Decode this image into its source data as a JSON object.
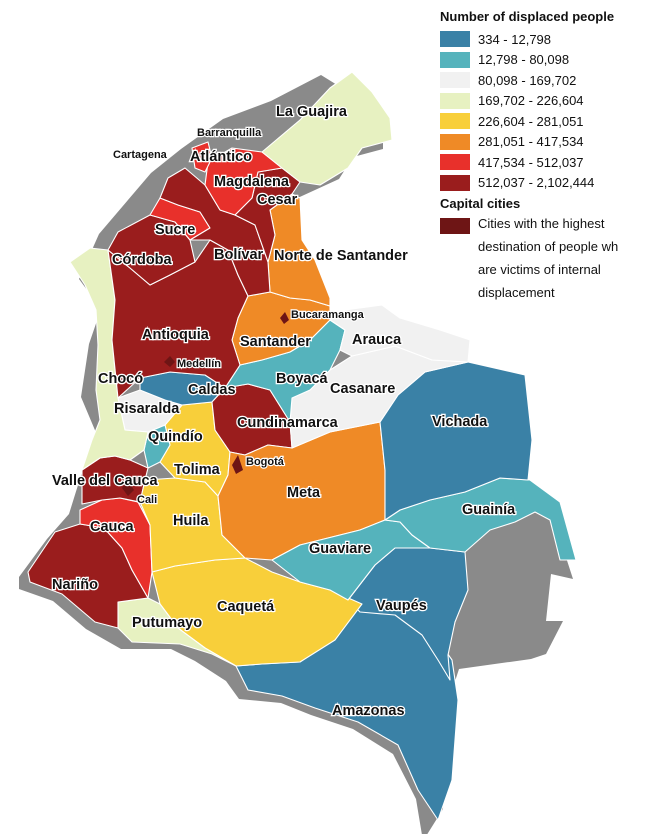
{
  "legend": {
    "title": "Number of displaced people",
    "ranges": [
      {
        "label": "334 - 12,798",
        "color": "#3a81a6"
      },
      {
        "label": "12,798 - 80,098",
        "color": "#55b3bc"
      },
      {
        "label": "80,098 - 169,702",
        "color": "#f1f1f1"
      },
      {
        "label": "169,702 - 226,604",
        "color": "#e7f1c1"
      },
      {
        "label": "226,604 - 281,051",
        "color": "#f8cf3a"
      },
      {
        "label": "281,051 - 417,534",
        "color": "#ef8a26"
      },
      {
        "label": "417,534 - 512,037",
        "color": "#e8302b"
      },
      {
        "label": "512,037 - 2,102,444",
        "color": "#9a1d1d"
      }
    ],
    "capitals_title": "Capital cities",
    "capitals_desc": [
      "Cities with the highest",
      "destination of people wh",
      "are victims of internal",
      "displacement"
    ],
    "capitals_color": "#6e1515"
  },
  "departments": [
    {
      "id": "la-guajira",
      "label": "La Guajira",
      "color": "#e7f1c1"
    },
    {
      "id": "atlantico",
      "label": "Atlántico",
      "color": "#e8302b"
    },
    {
      "id": "magdalena",
      "label": "Magdalena",
      "color": "#e8302b"
    },
    {
      "id": "cesar",
      "label": "Cesar",
      "color": "#9a1d1d"
    },
    {
      "id": "sucre",
      "label": "Sucre",
      "color": "#e8302b"
    },
    {
      "id": "bolivar",
      "label": "Bolívar",
      "color": "#9a1d1d"
    },
    {
      "id": "cordoba",
      "label": "Córdoba",
      "color": "#9a1d1d"
    },
    {
      "id": "norte-de-santander",
      "label": "Norte de Santander",
      "color": "#ef8a26"
    },
    {
      "id": "antioquia",
      "label": "Antioquia",
      "color": "#9a1d1d"
    },
    {
      "id": "santander",
      "label": "Santander",
      "color": "#ef8a26"
    },
    {
      "id": "arauca",
      "label": "Arauca",
      "color": "#f1f1f1"
    },
    {
      "id": "choco",
      "label": "Chocó",
      "color": "#e7f1c1"
    },
    {
      "id": "boyaca",
      "label": "Boyacá",
      "color": "#55b3bc"
    },
    {
      "id": "casanare",
      "label": "Casanare",
      "color": "#f1f1f1"
    },
    {
      "id": "caldas",
      "label": "Caldas",
      "color": "#3a81a6"
    },
    {
      "id": "risaralda",
      "label": "Risaralda",
      "color": "#f1f1f1"
    },
    {
      "id": "vichada",
      "label": "Vichada",
      "color": "#3a81a6"
    },
    {
      "id": "cundinamarca",
      "label": "Cundinamarca",
      "color": "#9a1d1d"
    },
    {
      "id": "quindio",
      "label": "Quindío",
      "color": "#55b3bc"
    },
    {
      "id": "tolima",
      "label": "Tolima",
      "color": "#f8cf3a"
    },
    {
      "id": "valle-del-cauca",
      "label": "Valle del Cauca",
      "color": "#9a1d1d"
    },
    {
      "id": "meta",
      "label": "Meta",
      "color": "#ef8a26"
    },
    {
      "id": "guainia",
      "label": "Guainía",
      "color": "#55b3bc"
    },
    {
      "id": "cauca",
      "label": "Cauca",
      "color": "#e8302b"
    },
    {
      "id": "huila",
      "label": "Huila",
      "color": "#f8cf3a"
    },
    {
      "id": "guaviare",
      "label": "Guaviare",
      "color": "#55b3bc"
    },
    {
      "id": "narino",
      "label": "Nariño",
      "color": "#9a1d1d"
    },
    {
      "id": "caqueta",
      "label": "Caquetá",
      "color": "#f8cf3a"
    },
    {
      "id": "vaupes",
      "label": "Vaupés",
      "color": "#3a81a6"
    },
    {
      "id": "putumayo",
      "label": "Putumayo",
      "color": "#e7f1c1"
    },
    {
      "id": "amazonas",
      "label": "Amazonas",
      "color": "#3a81a6"
    }
  ],
  "cities": [
    {
      "id": "barranquilla",
      "label": "Barranquilla"
    },
    {
      "id": "cartagena",
      "label": "Cartagena"
    },
    {
      "id": "bucaramanga",
      "label": "Bucaramanga"
    },
    {
      "id": "medellin",
      "label": "Medellín"
    },
    {
      "id": "bogota",
      "label": "Bogotá"
    },
    {
      "id": "cali",
      "label": "Cali"
    }
  ],
  "map": {
    "shadow_color": "#8a8a8a",
    "border_color": "#ffffff",
    "city_marker_color": "#6e1515"
  }
}
